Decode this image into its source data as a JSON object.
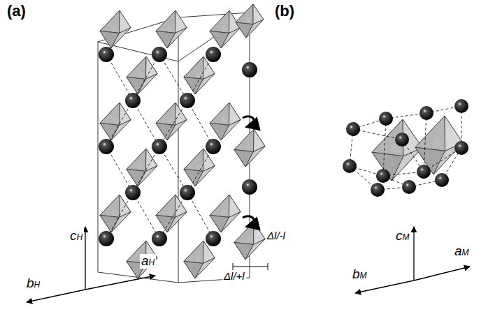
{
  "diagram": {
    "labels": [
      "(a)",
      "(b)",
      "cH",
      "bH",
      "aH",
      "Δl/-l",
      "Δl/+l",
      "cM",
      "bM",
      "aM"
    ]
  }
}
